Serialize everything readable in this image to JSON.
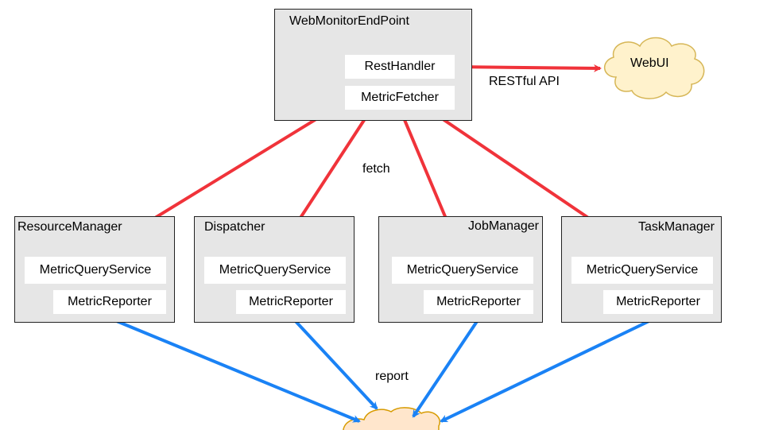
{
  "web_monitor": {
    "title": "WebMonitorEndPoint",
    "rest_handler": "RestHandler",
    "metric_fetcher": "MetricFetcher"
  },
  "web_ui": {
    "label": "WebUI"
  },
  "components": [
    {
      "title": "ResourceManager",
      "query_service": "MetricQueryService",
      "reporter": "MetricReporter"
    },
    {
      "title": "Dispatcher",
      "query_service": "MetricQueryService",
      "reporter": "MetricReporter"
    },
    {
      "title": "JobManager",
      "query_service": "MetricQueryService",
      "reporter": "MetricReporter"
    },
    {
      "title": "TaskManager",
      "query_service": "MetricQueryService",
      "reporter": "MetricReporter"
    }
  ],
  "edge_labels": {
    "restful_api": "RESTful API",
    "fetch": "fetch",
    "report": "report"
  },
  "colors": {
    "fetch_arrow": "#f0333a",
    "report_arrow": "#1a82f5",
    "box_fill": "#e6e6e6",
    "cloud_fill": "#fff2cc",
    "cloud_stroke": "#d6b656",
    "bottom_cloud_fill": "#ffe6cc",
    "bottom_cloud_stroke": "#d79b00"
  }
}
